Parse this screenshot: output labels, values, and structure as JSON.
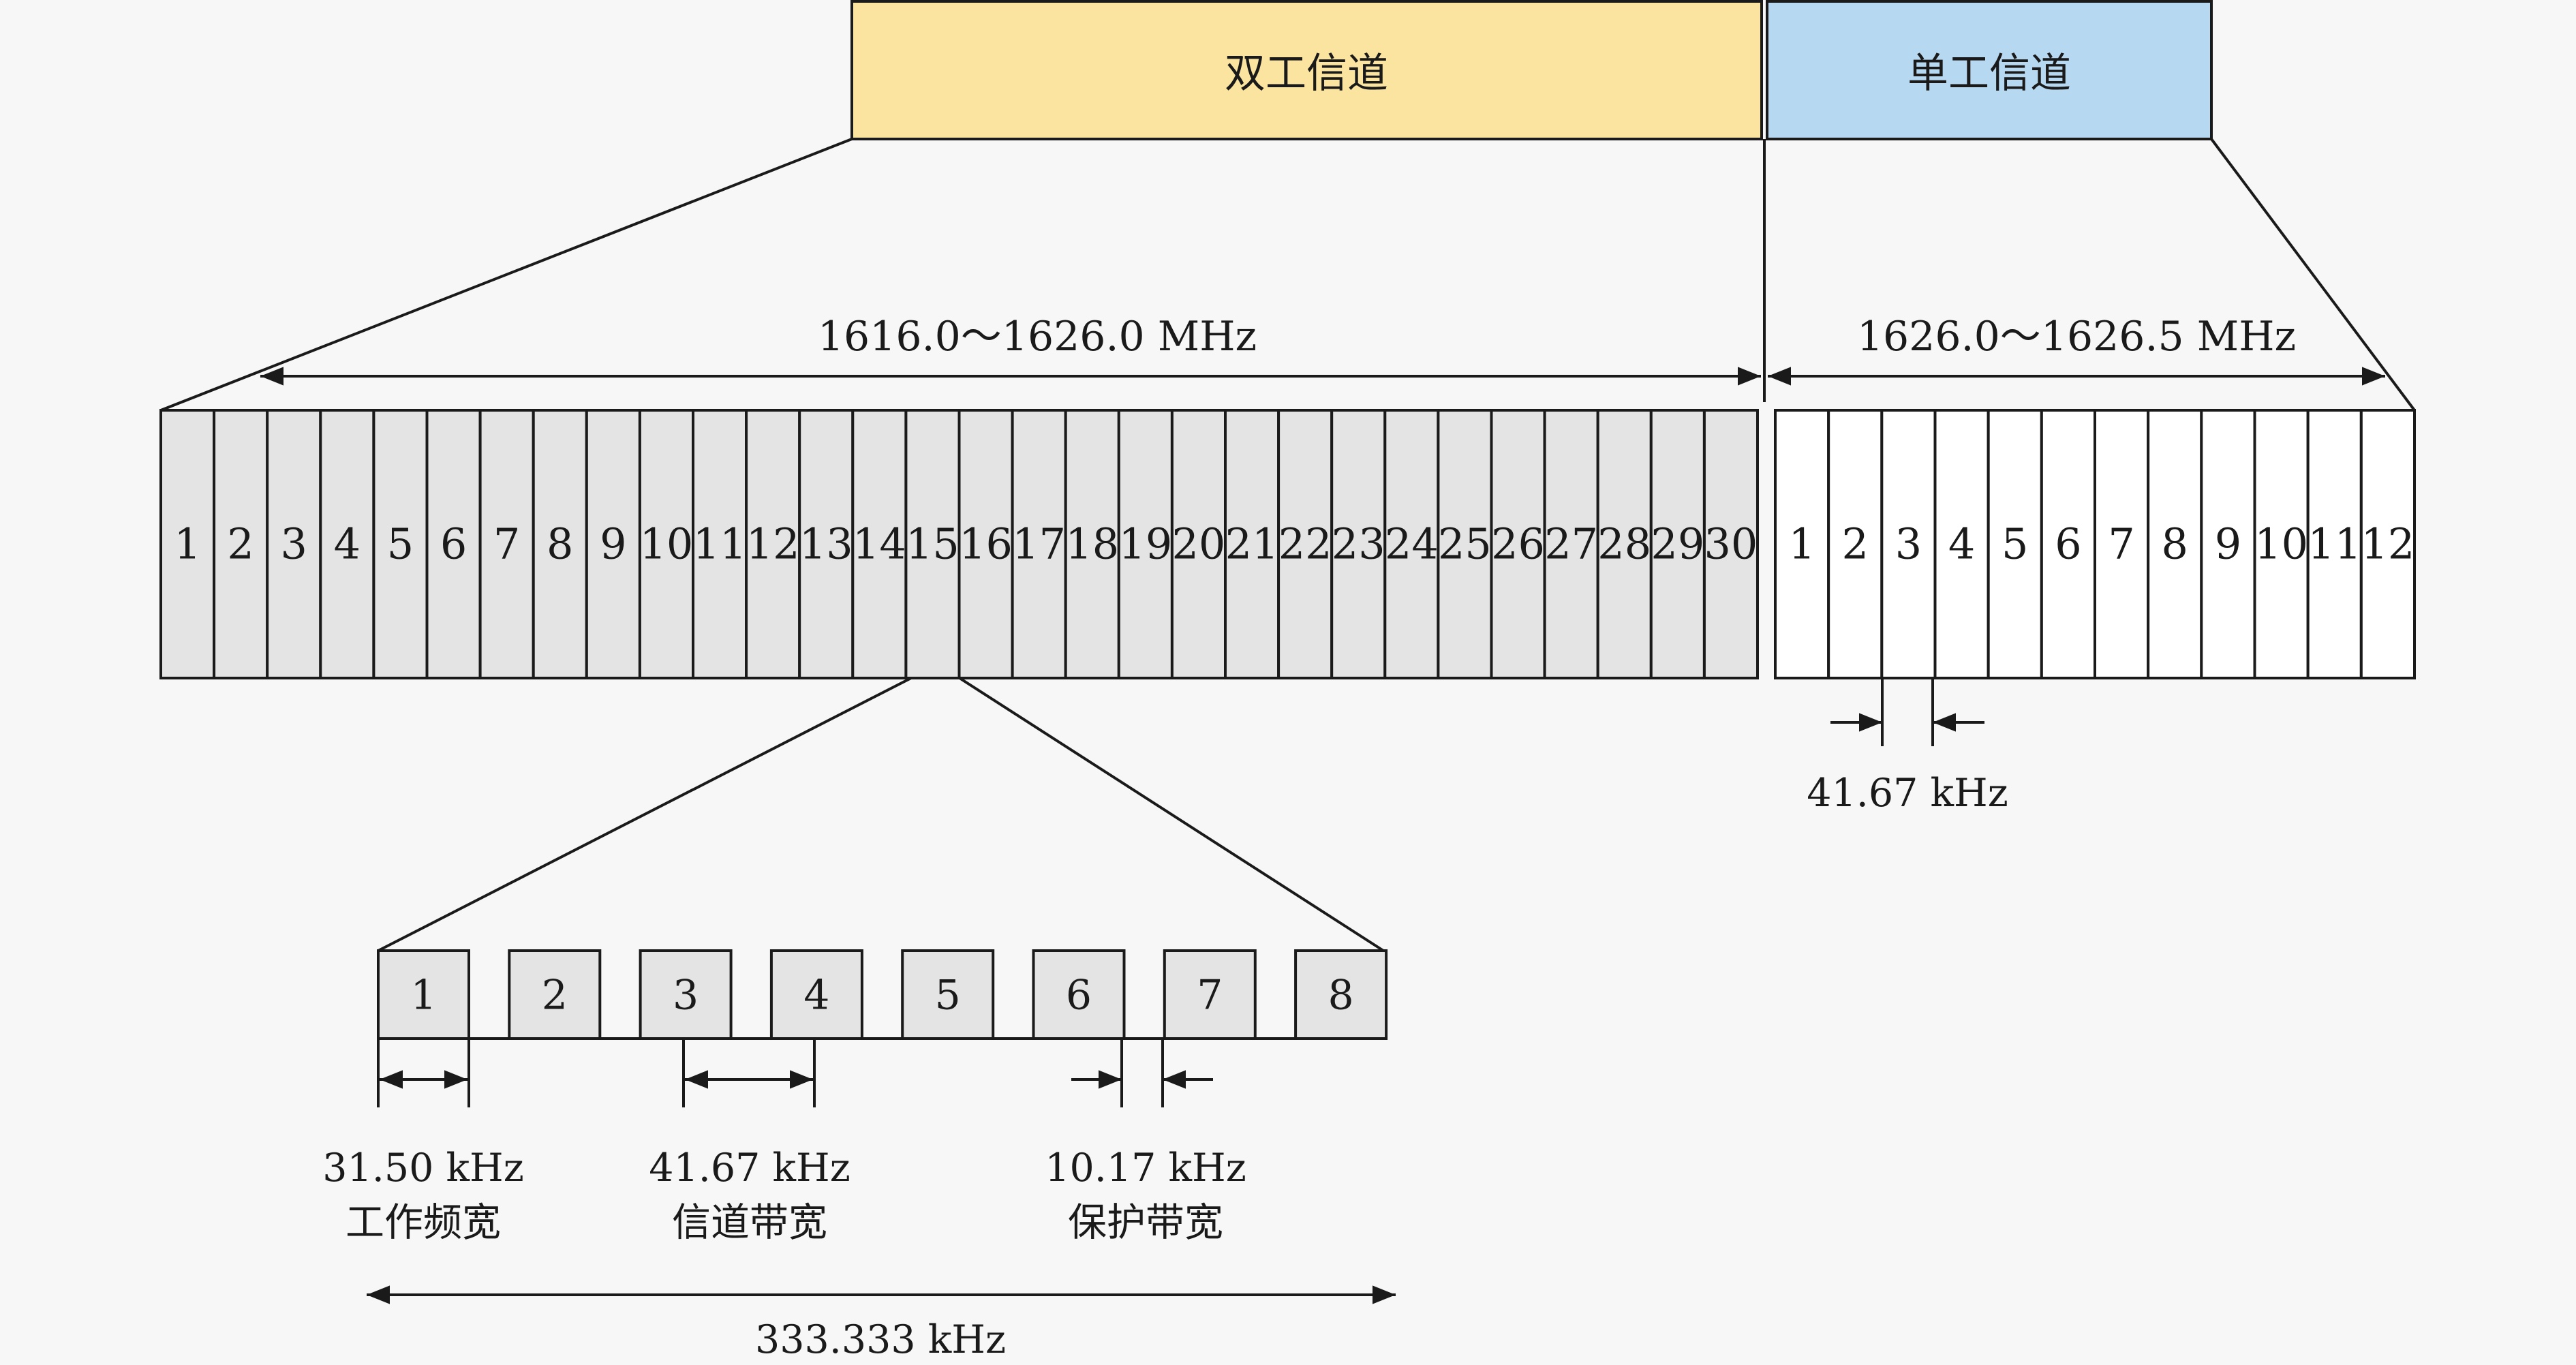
{
  "top_bands": {
    "duplex": {
      "label": "双工信道",
      "fill": "#fbe49f"
    },
    "simplex": {
      "label": "单工信道",
      "fill": "#b7d8f1"
    }
  },
  "ranges": {
    "duplex_range": "1616.0～1626.0 MHz",
    "simplex_range": "1626.0～1626.5 MHz"
  },
  "duplex_channels": [
    "1",
    "2",
    "3",
    "4",
    "5",
    "6",
    "7",
    "8",
    "9",
    "10",
    "11",
    "12",
    "13",
    "14",
    "15",
    "16",
    "17",
    "18",
    "19",
    "20",
    "21",
    "22",
    "23",
    "24",
    "25",
    "26",
    "27",
    "28",
    "29",
    "30"
  ],
  "simplex_channels": [
    "1",
    "2",
    "3",
    "4",
    "5",
    "6",
    "7",
    "8",
    "9",
    "10",
    "11",
    "12"
  ],
  "simplex_spacing_label": "41.67 kHz",
  "subchannels": [
    "1",
    "2",
    "3",
    "4",
    "5",
    "6",
    "7",
    "8"
  ],
  "annotations": {
    "work_bw": {
      "value": "31.50 kHz",
      "name": "工作频宽"
    },
    "chan_bw": {
      "value": "41.67 kHz",
      "name": "信道带宽"
    },
    "guard_bw": {
      "value": "10.17 kHz",
      "name": "保护带宽"
    },
    "total_bw": "333.333 kHz"
  },
  "colors": {
    "cell_gray": "#e4e4e4",
    "cell_white": "#ffffff",
    "line": "#1a1a1a"
  }
}
